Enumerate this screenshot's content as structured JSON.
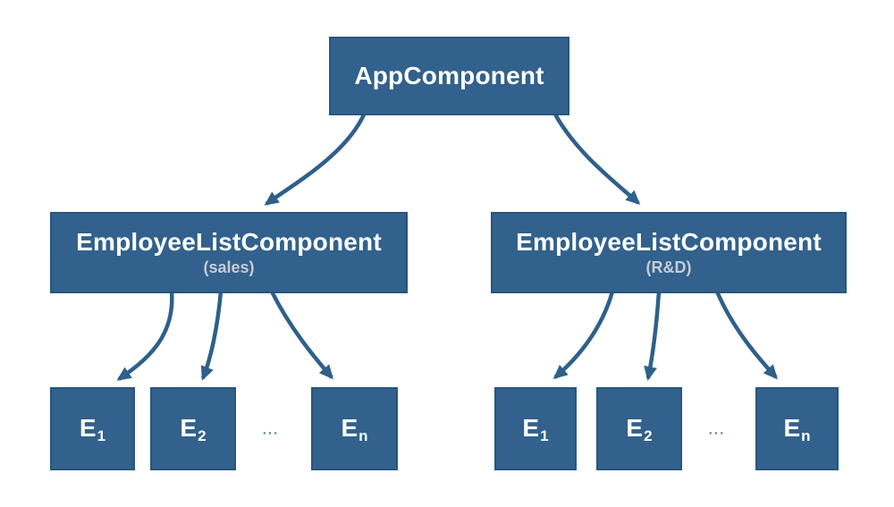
{
  "diagram": {
    "root": {
      "label": "AppComponent"
    },
    "groups": [
      {
        "id": "sales",
        "label": "EmployeeListComponent",
        "sublabel": "(sales)",
        "ellipsis": "...",
        "children": [
          {
            "base": "E",
            "sub": "1"
          },
          {
            "base": "E",
            "sub": "2"
          },
          {
            "base": "E",
            "sub": "n"
          }
        ]
      },
      {
        "id": "rnd",
        "label": "EmployeeListComponent",
        "sublabel": "(R&D)",
        "ellipsis": "...",
        "children": [
          {
            "base": "E",
            "sub": "1"
          },
          {
            "base": "E",
            "sub": "2"
          },
          {
            "base": "E",
            "sub": "n"
          }
        ]
      }
    ],
    "colors": {
      "node_fill": "#31618c",
      "node_border": "#27567e",
      "arrow": "#2e608a",
      "title_text": "#ffffff",
      "subtitle_text": "#c6ccd4",
      "ellipsis_text": "#5c7f9e",
      "background": "#ffffff"
    }
  }
}
